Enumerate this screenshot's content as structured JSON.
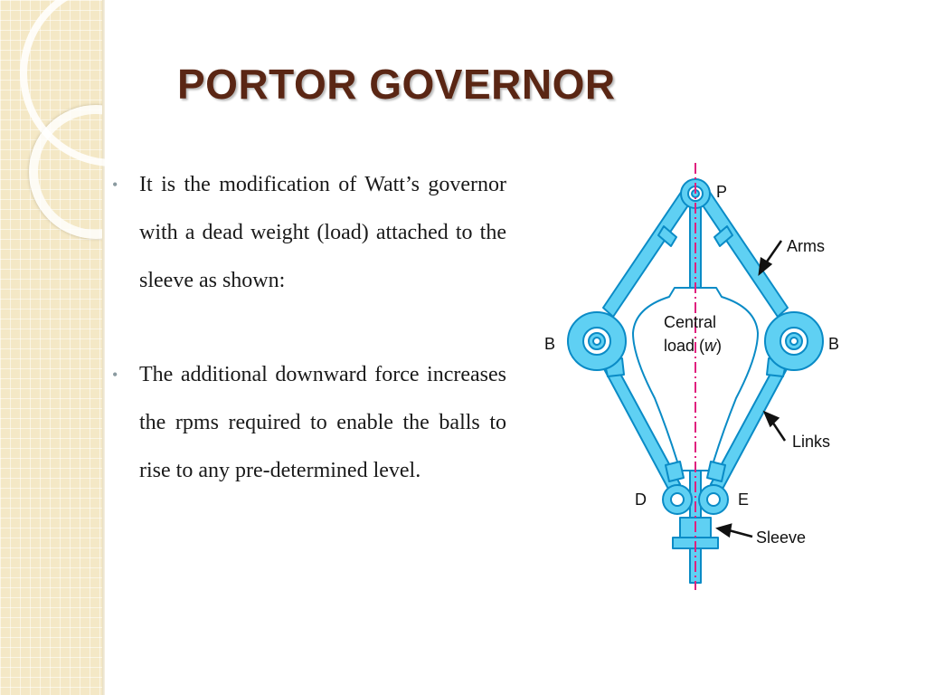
{
  "slide": {
    "title": "PORTOR GOVERNOR",
    "bullets": [
      "It is the modification of Watt’s governor with a dead weight (load) attached to the sleeve as shown:",
      "The additional downward force increases the rpms required to enable the balls to rise to any pre-determined level."
    ]
  },
  "diagram": {
    "labels": {
      "p": "P",
      "b_left": "B",
      "b_right": "B",
      "d": "D",
      "e": "E",
      "arms": "Arms",
      "links": "Links",
      "sleeve": "Sleeve",
      "central_line1": "Central",
      "central_line2_prefix": "load (",
      "central_line2_var": "w",
      "central_line2_suffix": ")"
    },
    "colors": {
      "part_fill": "#5fd0f3",
      "part_stroke": "#0a8bc6",
      "axis_line": "#e0217e",
      "title": "#5a2614"
    }
  }
}
